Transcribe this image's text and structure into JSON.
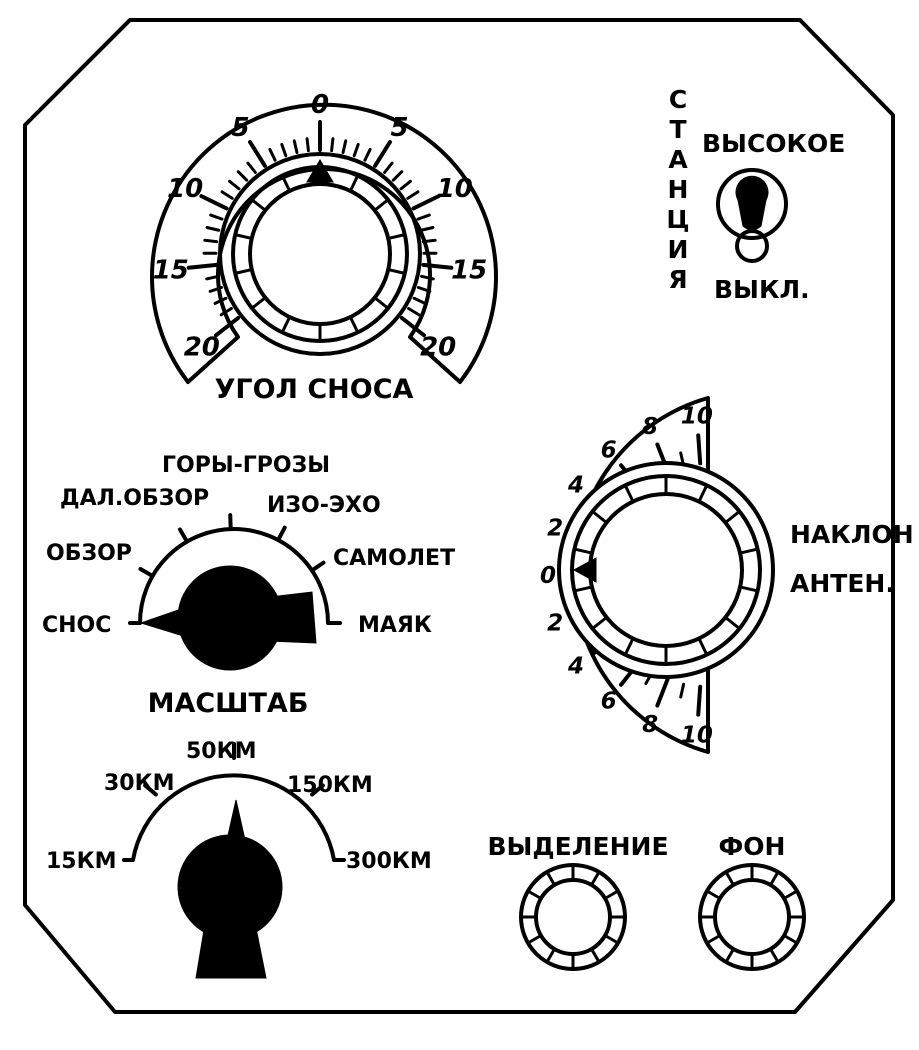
{
  "drift_dial": {
    "label": "УГОЛ СНОСА",
    "scale_labels": [
      "20",
      "15",
      "10",
      "5",
      "0",
      "5",
      "10",
      "15",
      "20"
    ]
  },
  "station_switch": {
    "label_letters": [
      "С",
      "Т",
      "А",
      "Н",
      "Ц",
      "И",
      "Я"
    ],
    "high_label": "ВЫСОКОЕ",
    "off_label": "ВЫКЛ."
  },
  "mode_switch": {
    "options": [
      "СНОС",
      "ОБЗОР",
      "ДАЛ.ОБЗОР",
      "ГОРЫ-ГРОЗЫ",
      "ИЗО-ЭХО",
      "САМОЛЕТ",
      "МАЯК"
    ],
    "selected": "СНОС"
  },
  "antenna_tilt": {
    "label_line1": "НАКЛОН",
    "label_line2": "АНТЕН.",
    "scale_labels": [
      "10",
      "8",
      "6",
      "4",
      "2",
      "0",
      "2",
      "4",
      "6",
      "8",
      "10"
    ]
  },
  "scale_switch": {
    "label": "МАСШТАБ",
    "options": [
      "15КМ",
      "30КМ",
      "50КМ",
      "150КМ",
      "300КМ"
    ],
    "selected": "50КМ"
  },
  "gain_knob": {
    "label": "ВЫДЕЛЕНИЕ"
  },
  "background_knob": {
    "label": "ФОН"
  }
}
